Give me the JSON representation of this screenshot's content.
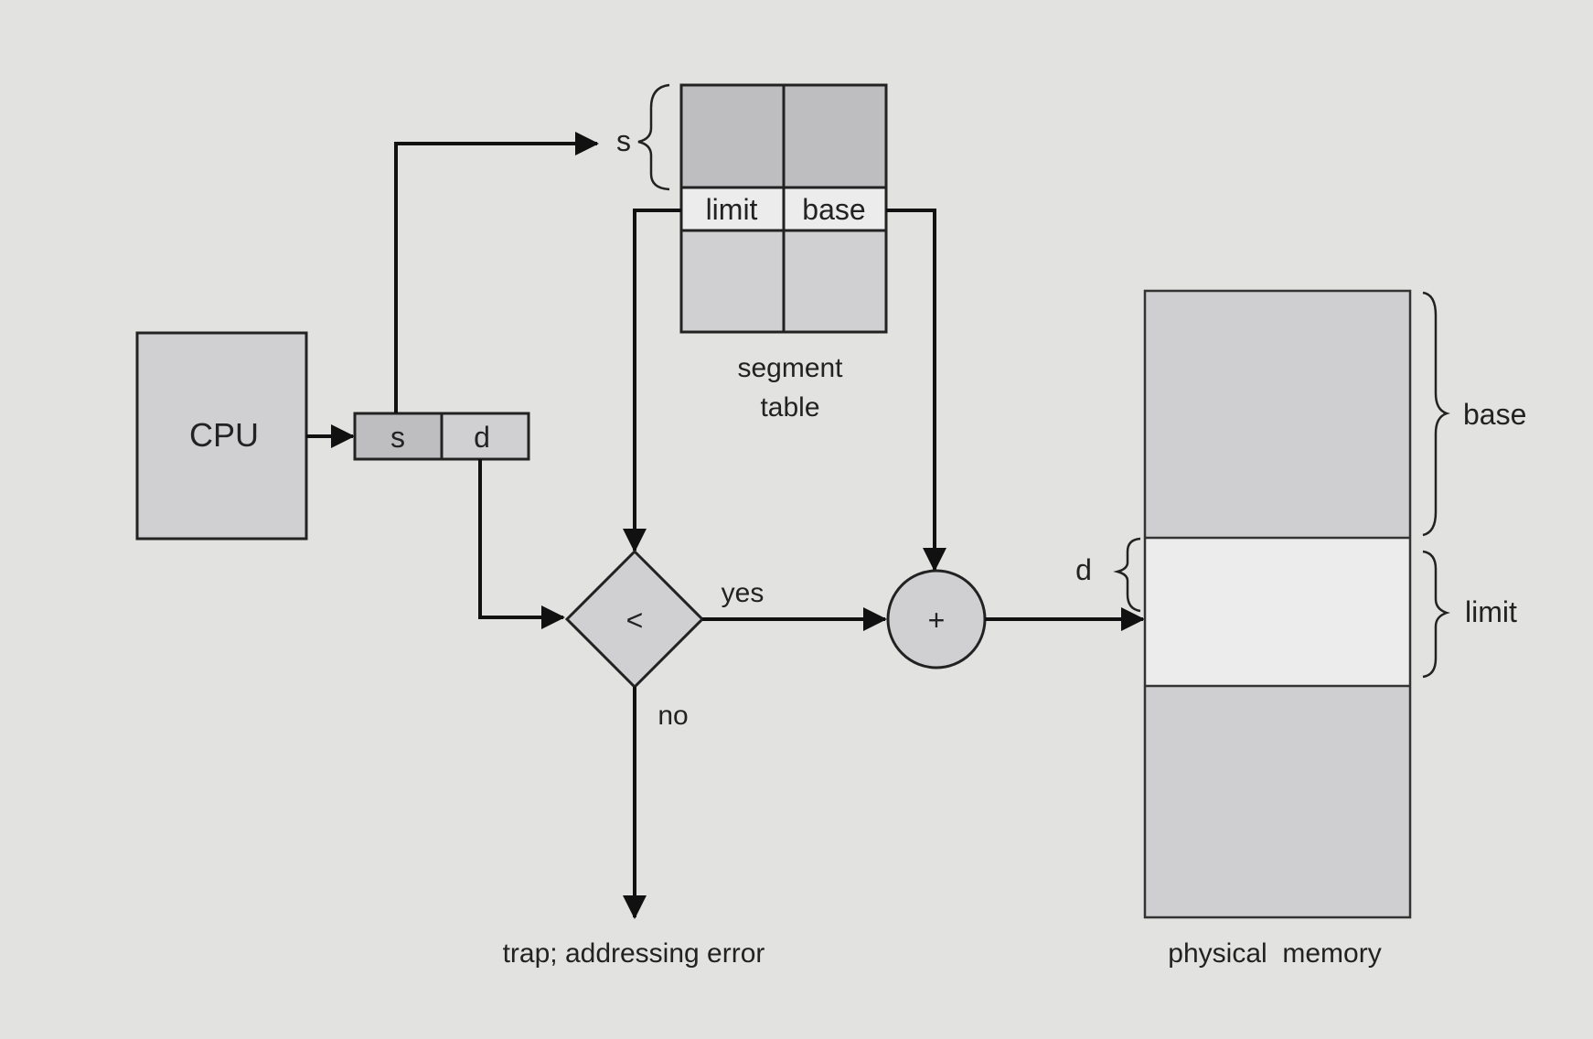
{
  "diagram": {
    "cpu_label": "CPU",
    "address": {
      "s_label": "s",
      "d_label": "d"
    },
    "segment_table": {
      "index_label": "s",
      "limit_label": "limit",
      "base_label": "base",
      "caption_line1": "segment",
      "caption_line2": "table"
    },
    "comparator": {
      "symbol": "<",
      "yes_label": "yes",
      "no_label": "no"
    },
    "adder_symbol": "+",
    "trap_label": "trap; addressing error",
    "physical_memory": {
      "caption": "physical  memory",
      "base_label": "base",
      "limit_label": "limit",
      "offset_label": "d"
    },
    "colors": {
      "background": "#e2e2e0",
      "box_fill": "#d0d0d2",
      "dark_fill": "#bebec0",
      "white_fill": "#ececec",
      "line": "#111111"
    }
  }
}
